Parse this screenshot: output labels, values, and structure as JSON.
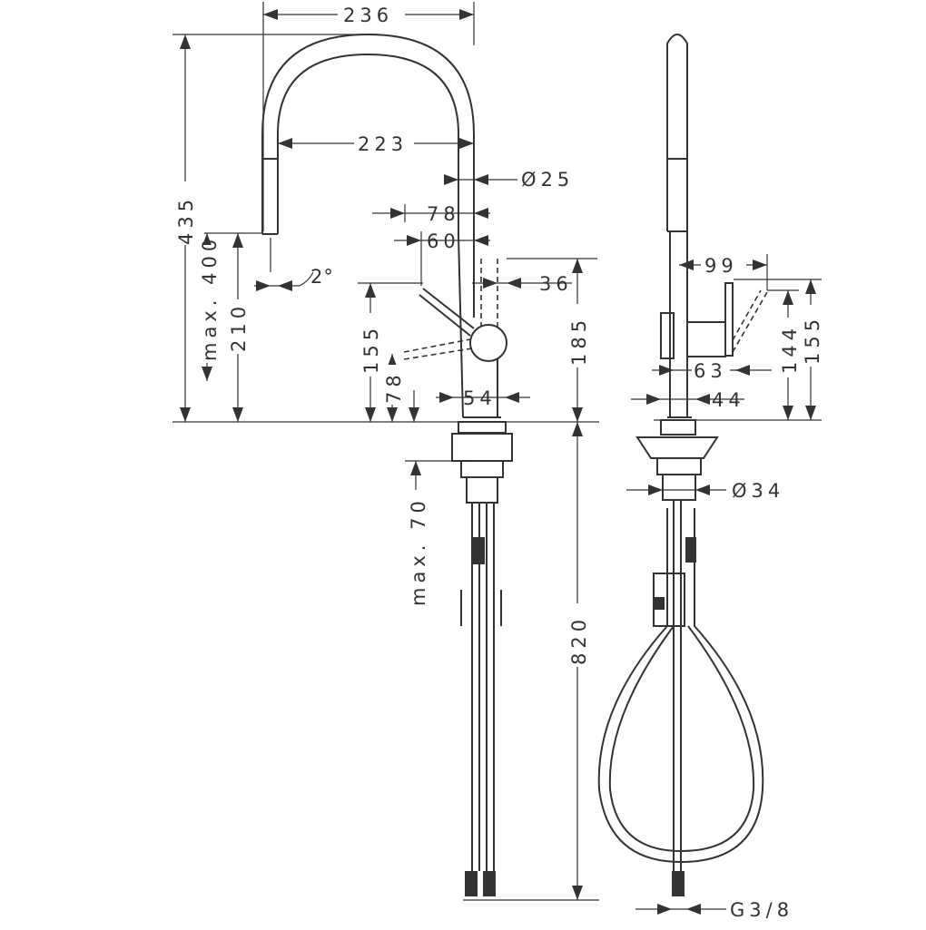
{
  "colors": {
    "line": "#333333",
    "background": "#ffffff"
  },
  "dimensions": {
    "width_236": "236",
    "reach_223": "223",
    "spout_dia": "Ø25",
    "d78_top": "78",
    "d60": "60",
    "d36": "36",
    "height_435": "435",
    "height_max400": "max. 400",
    "height_210": "210",
    "angle_2": "2°",
    "d155_left": "155",
    "d78_left": "78",
    "d185": "185",
    "d54": "54",
    "max70": "max. 70",
    "d820": "820",
    "d99": "99",
    "d63": "63",
    "d44": "44",
    "d144": "144",
    "d155_right": "155",
    "d34": "Ø34",
    "thread": "G3/8"
  }
}
